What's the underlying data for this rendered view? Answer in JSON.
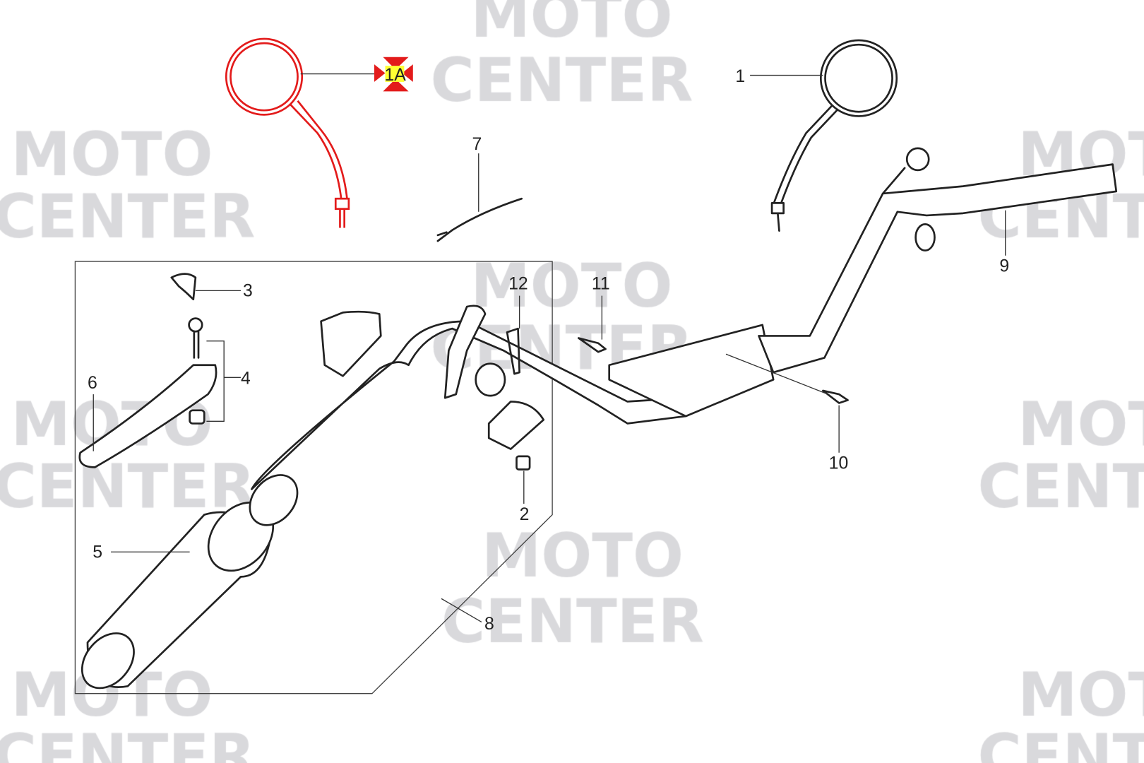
{
  "watermark": {
    "line1": "MOTO",
    "line2": "CENTER"
  },
  "highlight_color": "#e31b1b",
  "marker_bg": "#ffff33",
  "callouts": [
    {
      "id": "1",
      "label": "1"
    },
    {
      "id": "1A",
      "label": "1A",
      "selected": true
    },
    {
      "id": "2",
      "label": "2"
    },
    {
      "id": "3",
      "label": "3"
    },
    {
      "id": "4",
      "label": "4"
    },
    {
      "id": "5",
      "label": "5"
    },
    {
      "id": "6",
      "label": "6"
    },
    {
      "id": "7",
      "label": "7"
    },
    {
      "id": "8",
      "label": "8"
    },
    {
      "id": "9",
      "label": "9"
    },
    {
      "id": "10",
      "label": "10"
    },
    {
      "id": "11",
      "label": "11"
    },
    {
      "id": "12",
      "label": "12"
    }
  ]
}
